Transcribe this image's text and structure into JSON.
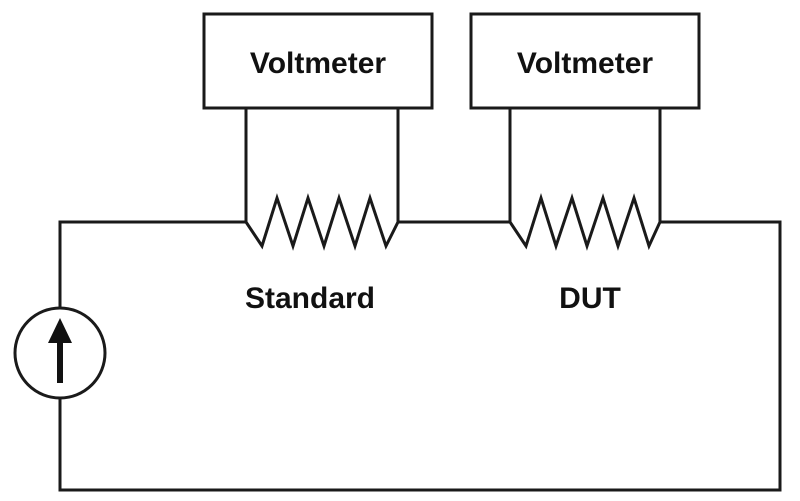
{
  "voltmeters": [
    {
      "label": "Voltmeter"
    },
    {
      "label": "Voltmeter"
    }
  ],
  "resistors": [
    {
      "label": "Standard"
    },
    {
      "label": "DUT"
    }
  ],
  "source": {
    "type": "current-source",
    "direction": "up"
  },
  "colors": {
    "line": "#1a1a1a",
    "background": "#ffffff"
  }
}
